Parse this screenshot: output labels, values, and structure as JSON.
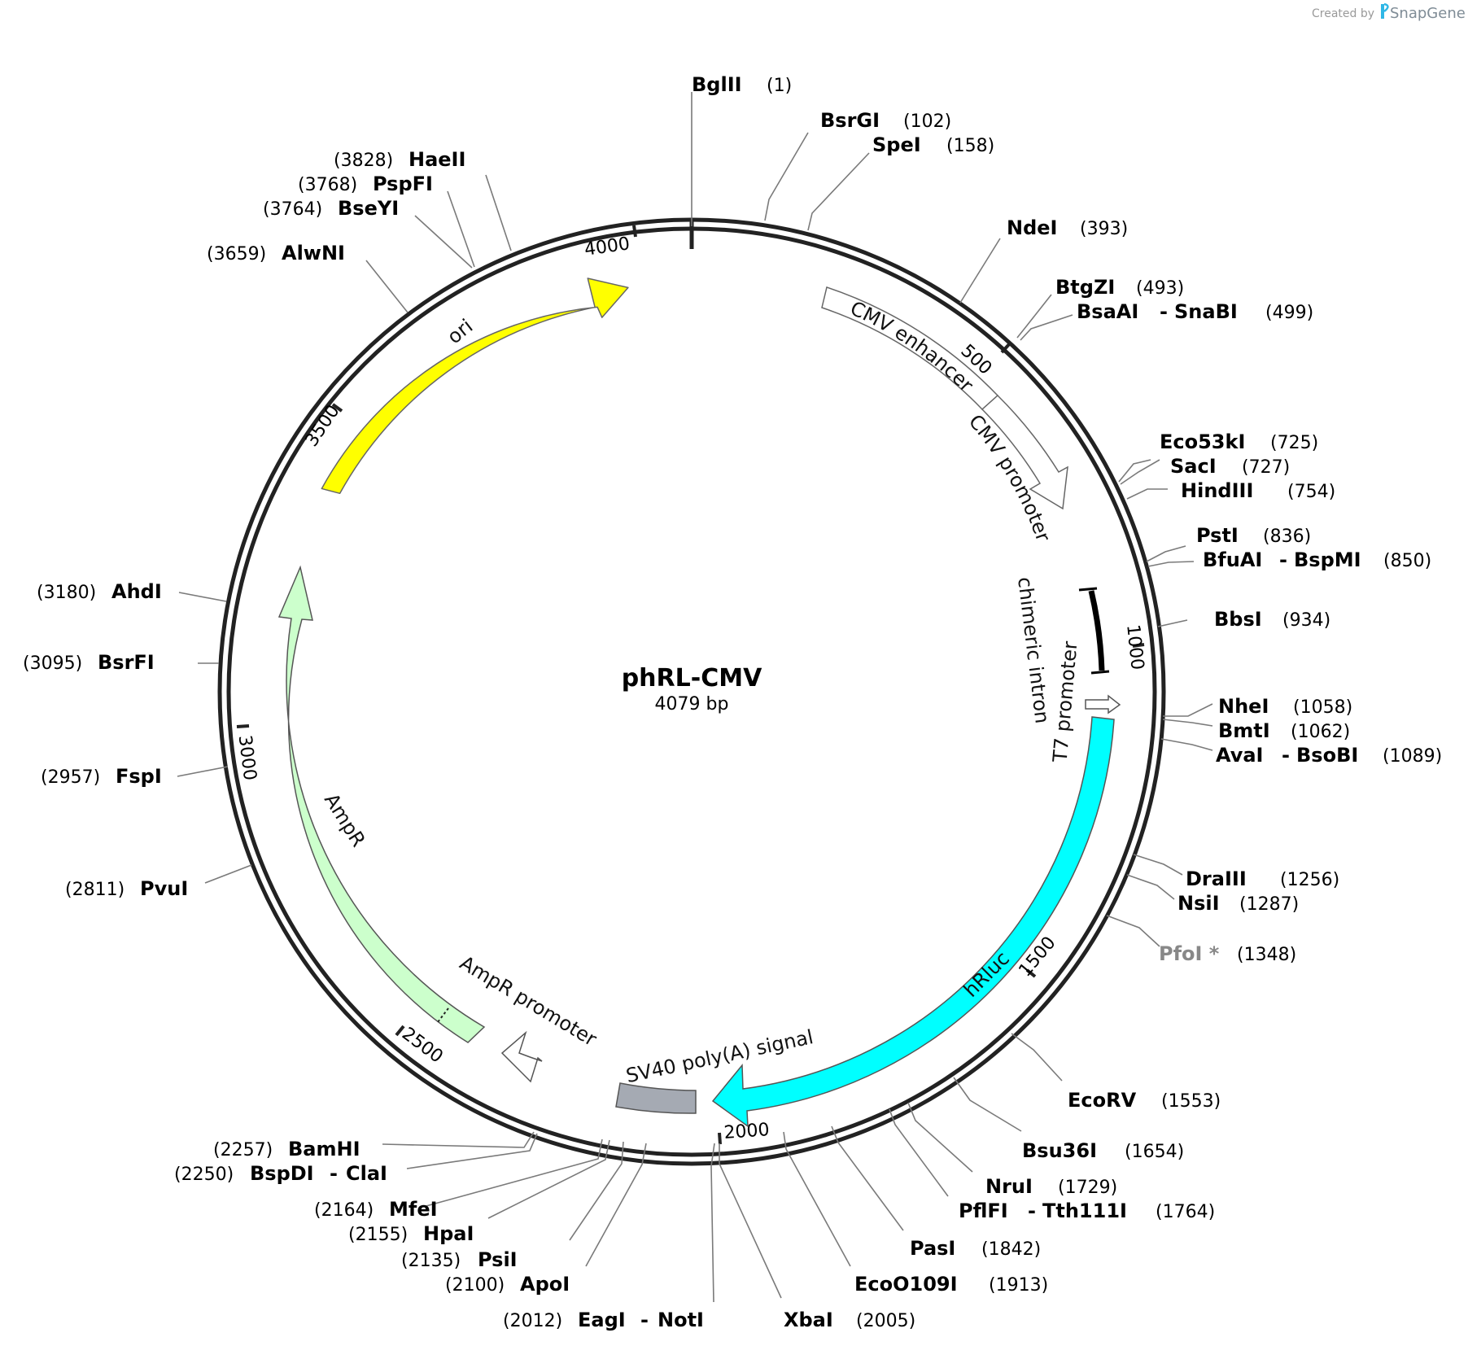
{
  "credit": {
    "prefix": "Created by",
    "brand": "SnapGene"
  },
  "plasmid": {
    "name": "phRL-CMV",
    "length_label": "4079 bp",
    "length": 4079
  },
  "ticks": [
    "500",
    "1000",
    "1500",
    "2000",
    "2500",
    "3000",
    "3500",
    "4000"
  ],
  "features": {
    "cmv_enhancer": "CMV enhancer",
    "cmv_promoter": "CMV promoter",
    "chimeric_intron": "chimeric intron",
    "t7_promoter": "T7 promoter",
    "hrluc": "hRluc",
    "sv40": "SV40 poly(A) signal",
    "ampr_promoter": "AmpR promoter",
    "ampr": "AmpR",
    "ori": "ori"
  },
  "feature_colors": {
    "ori": "#ffff00",
    "hrluc": "#00ffff",
    "ampr": "#ccffcc",
    "sv40": "#a5aab3",
    "promoter": "#ffffff",
    "intron": "#000000"
  },
  "sites": [
    {
      "name": "BglII",
      "pos": "(1)"
    },
    {
      "name": "BsrGI",
      "pos": "(102)"
    },
    {
      "name": "SpeI",
      "pos": "(158)"
    },
    {
      "name": "NdeI",
      "pos": "(393)"
    },
    {
      "name": "BtgZI",
      "pos": "(493)"
    },
    {
      "name": "BsaAI",
      "name2": "SnaBI",
      "pos": "(499)"
    },
    {
      "name": "Eco53kI",
      "pos": "(725)"
    },
    {
      "name": "SacI",
      "pos": "(727)"
    },
    {
      "name": "HindIII",
      "pos": "(754)"
    },
    {
      "name": "PstI",
      "pos": "(836)"
    },
    {
      "name": "BfuAI",
      "name2": "BspMI",
      "pos": "(850)"
    },
    {
      "name": "BbsI",
      "pos": "(934)"
    },
    {
      "name": "NheI",
      "pos": "(1058)"
    },
    {
      "name": "BmtI",
      "pos": "(1062)"
    },
    {
      "name": "AvaI",
      "name2": "BsoBI",
      "pos": "(1089)"
    },
    {
      "name": "DraIII",
      "pos": "(1256)"
    },
    {
      "name": "NsiI",
      "pos": "(1287)"
    },
    {
      "name": "PfoI *",
      "pos": "(1348)"
    },
    {
      "name": "EcoRV",
      "pos": "(1553)"
    },
    {
      "name": "Bsu36I",
      "pos": "(1654)"
    },
    {
      "name": "NruI",
      "pos": "(1729)"
    },
    {
      "name": "PflFI",
      "name2": "Tth111I",
      "pos": "(1764)"
    },
    {
      "name": "PasI",
      "pos": "(1842)"
    },
    {
      "name": "EcoO109I",
      "pos": "(1913)"
    },
    {
      "name": "XbaI",
      "pos": "(2005)"
    },
    {
      "name": "EagI",
      "name2": "NotI",
      "pos": "(2012)"
    },
    {
      "name": "ApoI",
      "pos": "(2100)"
    },
    {
      "name": "PsiI",
      "pos": "(2135)"
    },
    {
      "name": "HpaI",
      "pos": "(2155)"
    },
    {
      "name": "MfeI",
      "pos": "(2164)"
    },
    {
      "name": "BspDI",
      "name2": "ClaI",
      "pos": "(2250)"
    },
    {
      "name": "BamHI",
      "pos": "(2257)"
    },
    {
      "name": "PvuI",
      "pos": "(2811)"
    },
    {
      "name": "FspI",
      "pos": "(2957)"
    },
    {
      "name": "BsrFI",
      "pos": "(3095)"
    },
    {
      "name": "AhdI",
      "pos": "(3180)"
    },
    {
      "name": "AlwNI",
      "pos": "(3659)"
    },
    {
      "name": "BseYI",
      "pos": "(3764)"
    },
    {
      "name": "PspFI",
      "pos": "(3768)"
    },
    {
      "name": "HaeII",
      "pos": "(3828)"
    }
  ]
}
